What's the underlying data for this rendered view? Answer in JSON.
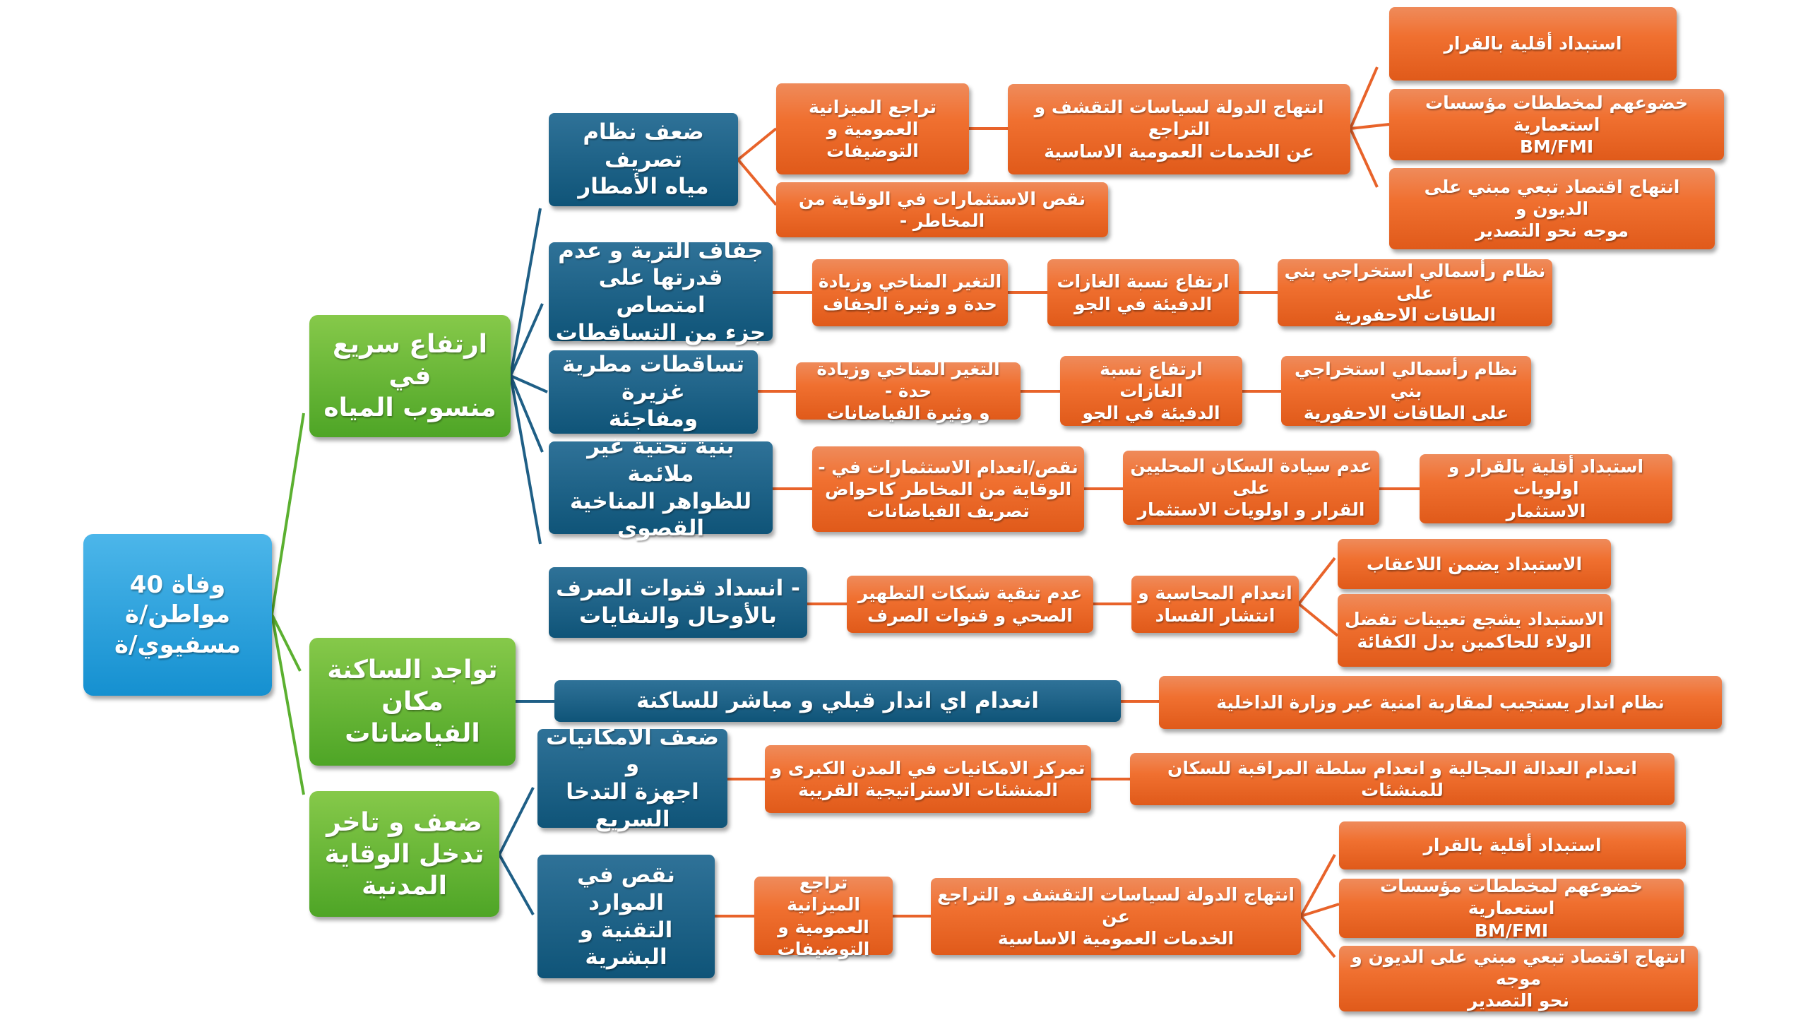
{
  "title": "وفاة 40 مواطن/ة\nمسفيوي/ة",
  "causes": [
    {
      "label": "ارتفاع سريع في\nمنسوب المياه"
    },
    {
      "label": "تواجد الساكنة\nمكان الفياضانات"
    },
    {
      "label": "ضعف و تاخر\nتدخل الوقاية\nالمدنية"
    }
  ],
  "sub_causes": [
    "ضعف نظام تصريف\nمياه الأمطار",
    "جفاف التربة و عدم\nقدرتها على امتصاص\nجزء من التساقطات",
    "تساقطات مطرية غزيرة\nومفاجئة",
    "بنية تحتية غير ملائمة\nللظواهر المناخية\nالقصوى",
    "- انسداد قنوات الصرف\nبالأوحال والنفايات",
    "انعدام اي اندار قبلي و مباشر للساكنة",
    "ضعف الامكانيات و\nاجهزة التدخا\nالسريع",
    "نقص في الموارد\nالتقنية و البشرية"
  ],
  "factors": [
    "تراجع الميزانية\nالعمومية و التوضيفات",
    "انتهاج الدولة لسياسات التقشف و التراجع\nعن الخدمات العمومية الاساسية",
    "استبداد أقلية بالقرار",
    "خضوعهم لمخططات مؤسسات استعمارية\nBM/FMI",
    "انتهاج اقتصاد تبعي مبني على الديون و\nموجه نحو التصدير",
    "نقص الاستثمارات في الوقاية من المخاطر -",
    "التغير المناخي وزيادة\nحدة و وثيرة الجفاف",
    "ارتفاع نسبة الغازات\nالدفيئة في الجو",
    "نظام رأسمالي استخراجي بني على\nالطاقات الاحفورية",
    "التغير المناخي وزيادة حدة -\nو وثيرة الفياضانات",
    "ارتفاع نسبة الغازات\nالدفيئة في الجو",
    "نظام رأسمالي استخراجي بني\nعلى الطاقات الاحفورية",
    "نقص/انعدام الاستثمارات في -\nالوقاية من المخاطر كاحواض\nتصريف الفياضانات",
    "عدم سيادة السكان المحليين على\nالقرار و اولويات الاستثمار",
    "استبداد أقلية بالقرار و اولويات\nالاستثمار",
    "عدم تنقية شبكات التطهير\nالصحي و قنوات الصرف",
    "انعدام المحاسبة و\nانتشار الفساد",
    "الاستبداد يضمن اللاعقاب",
    "الاستبداد يشجع تعيينات تفضل\nالولاء للحاكمين بدل الكفائة",
    "نظام اندار يستجيب لمقاربة امنية عبر وزارة الداخلية",
    "تمركز الامكانيات في المدن الكبرى و\nالمنشئات الاستراتيجية القريبة",
    "انعدام العدالة المجالية و انعدام سلطة المراقبة للسكان للمنشئات",
    "تراجع الميزانية\nالعمومية و\nالتوضيفات",
    "انتهاج الدولة لسياسات التقشف و التراجع عن\nالخدمات العمومية الاساسية",
    "استبداد أقلية بالقرار",
    "خضوعهم لمخططات مؤسسات استعمارية\nBM/FMI",
    "انتهاج اقتصاد تبعي مبني على الديون و موجه\nنحو التصدير"
  ],
  "colors": {
    "root": "#2aa0d8",
    "cause": "#5bb030",
    "sub_cause": "#0f5478",
    "factor": "#ec6a28"
  }
}
